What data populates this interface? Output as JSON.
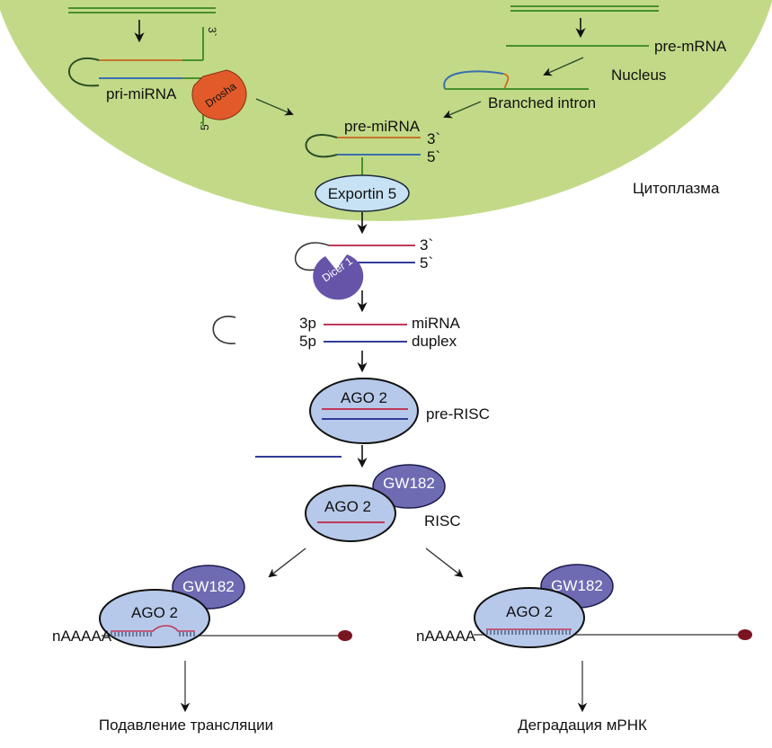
{
  "colors": {
    "nucleus": "#c2da87",
    "green_strand": "#4a8f2e",
    "orange_strand": "#c8742a",
    "blue_strand": "#3a6fb0",
    "red_strand": "#c0395a",
    "navy_strand": "#323c9a",
    "drosha": "#e25a2a",
    "dicer": "#6654a8",
    "gw182": "#6e6bb3",
    "ago2": "#b7c9ea",
    "exportin": "#c7e2f4",
    "cap": "#7a1420"
  },
  "nucleus": {
    "label": "Nucleus",
    "pri_mirna_label": "pri-miRNA",
    "drosha_label": "Drosha",
    "end_3": "3`",
    "end_5": "5`",
    "pre_mrna_label": "pre-mRNA",
    "branched_intron_label": "Branched intron",
    "pre_mirna_label": "pre-miRNA",
    "pre_mirna_end_3": "3`",
    "pre_mirna_end_5": "5`"
  },
  "cytoplasm": {
    "label": "Цитоплазма",
    "exportin_label": "Exportin 5",
    "dicer_label": "Dicer 1",
    "dicer_end_3": "3`",
    "dicer_end_5": "5`",
    "duplex": {
      "strand_3p": "3p",
      "strand_5p": "5p",
      "label_line1": "miRNA",
      "label_line2": "duplex"
    },
    "pre_risc": {
      "protein": "AGO 2",
      "label": "pre-RISC"
    },
    "risc": {
      "protein": "AGO 2",
      "partner": "GW182",
      "label": "RISC"
    }
  },
  "outcomes": [
    {
      "protein": "AGO 2",
      "partner": "GW182",
      "polya": "nAAAAA",
      "result": "Подавление трансляции"
    },
    {
      "protein": "AGO 2",
      "partner": "GW182",
      "polya": "nAAAAA",
      "result": "Деградация мРНК"
    }
  ]
}
